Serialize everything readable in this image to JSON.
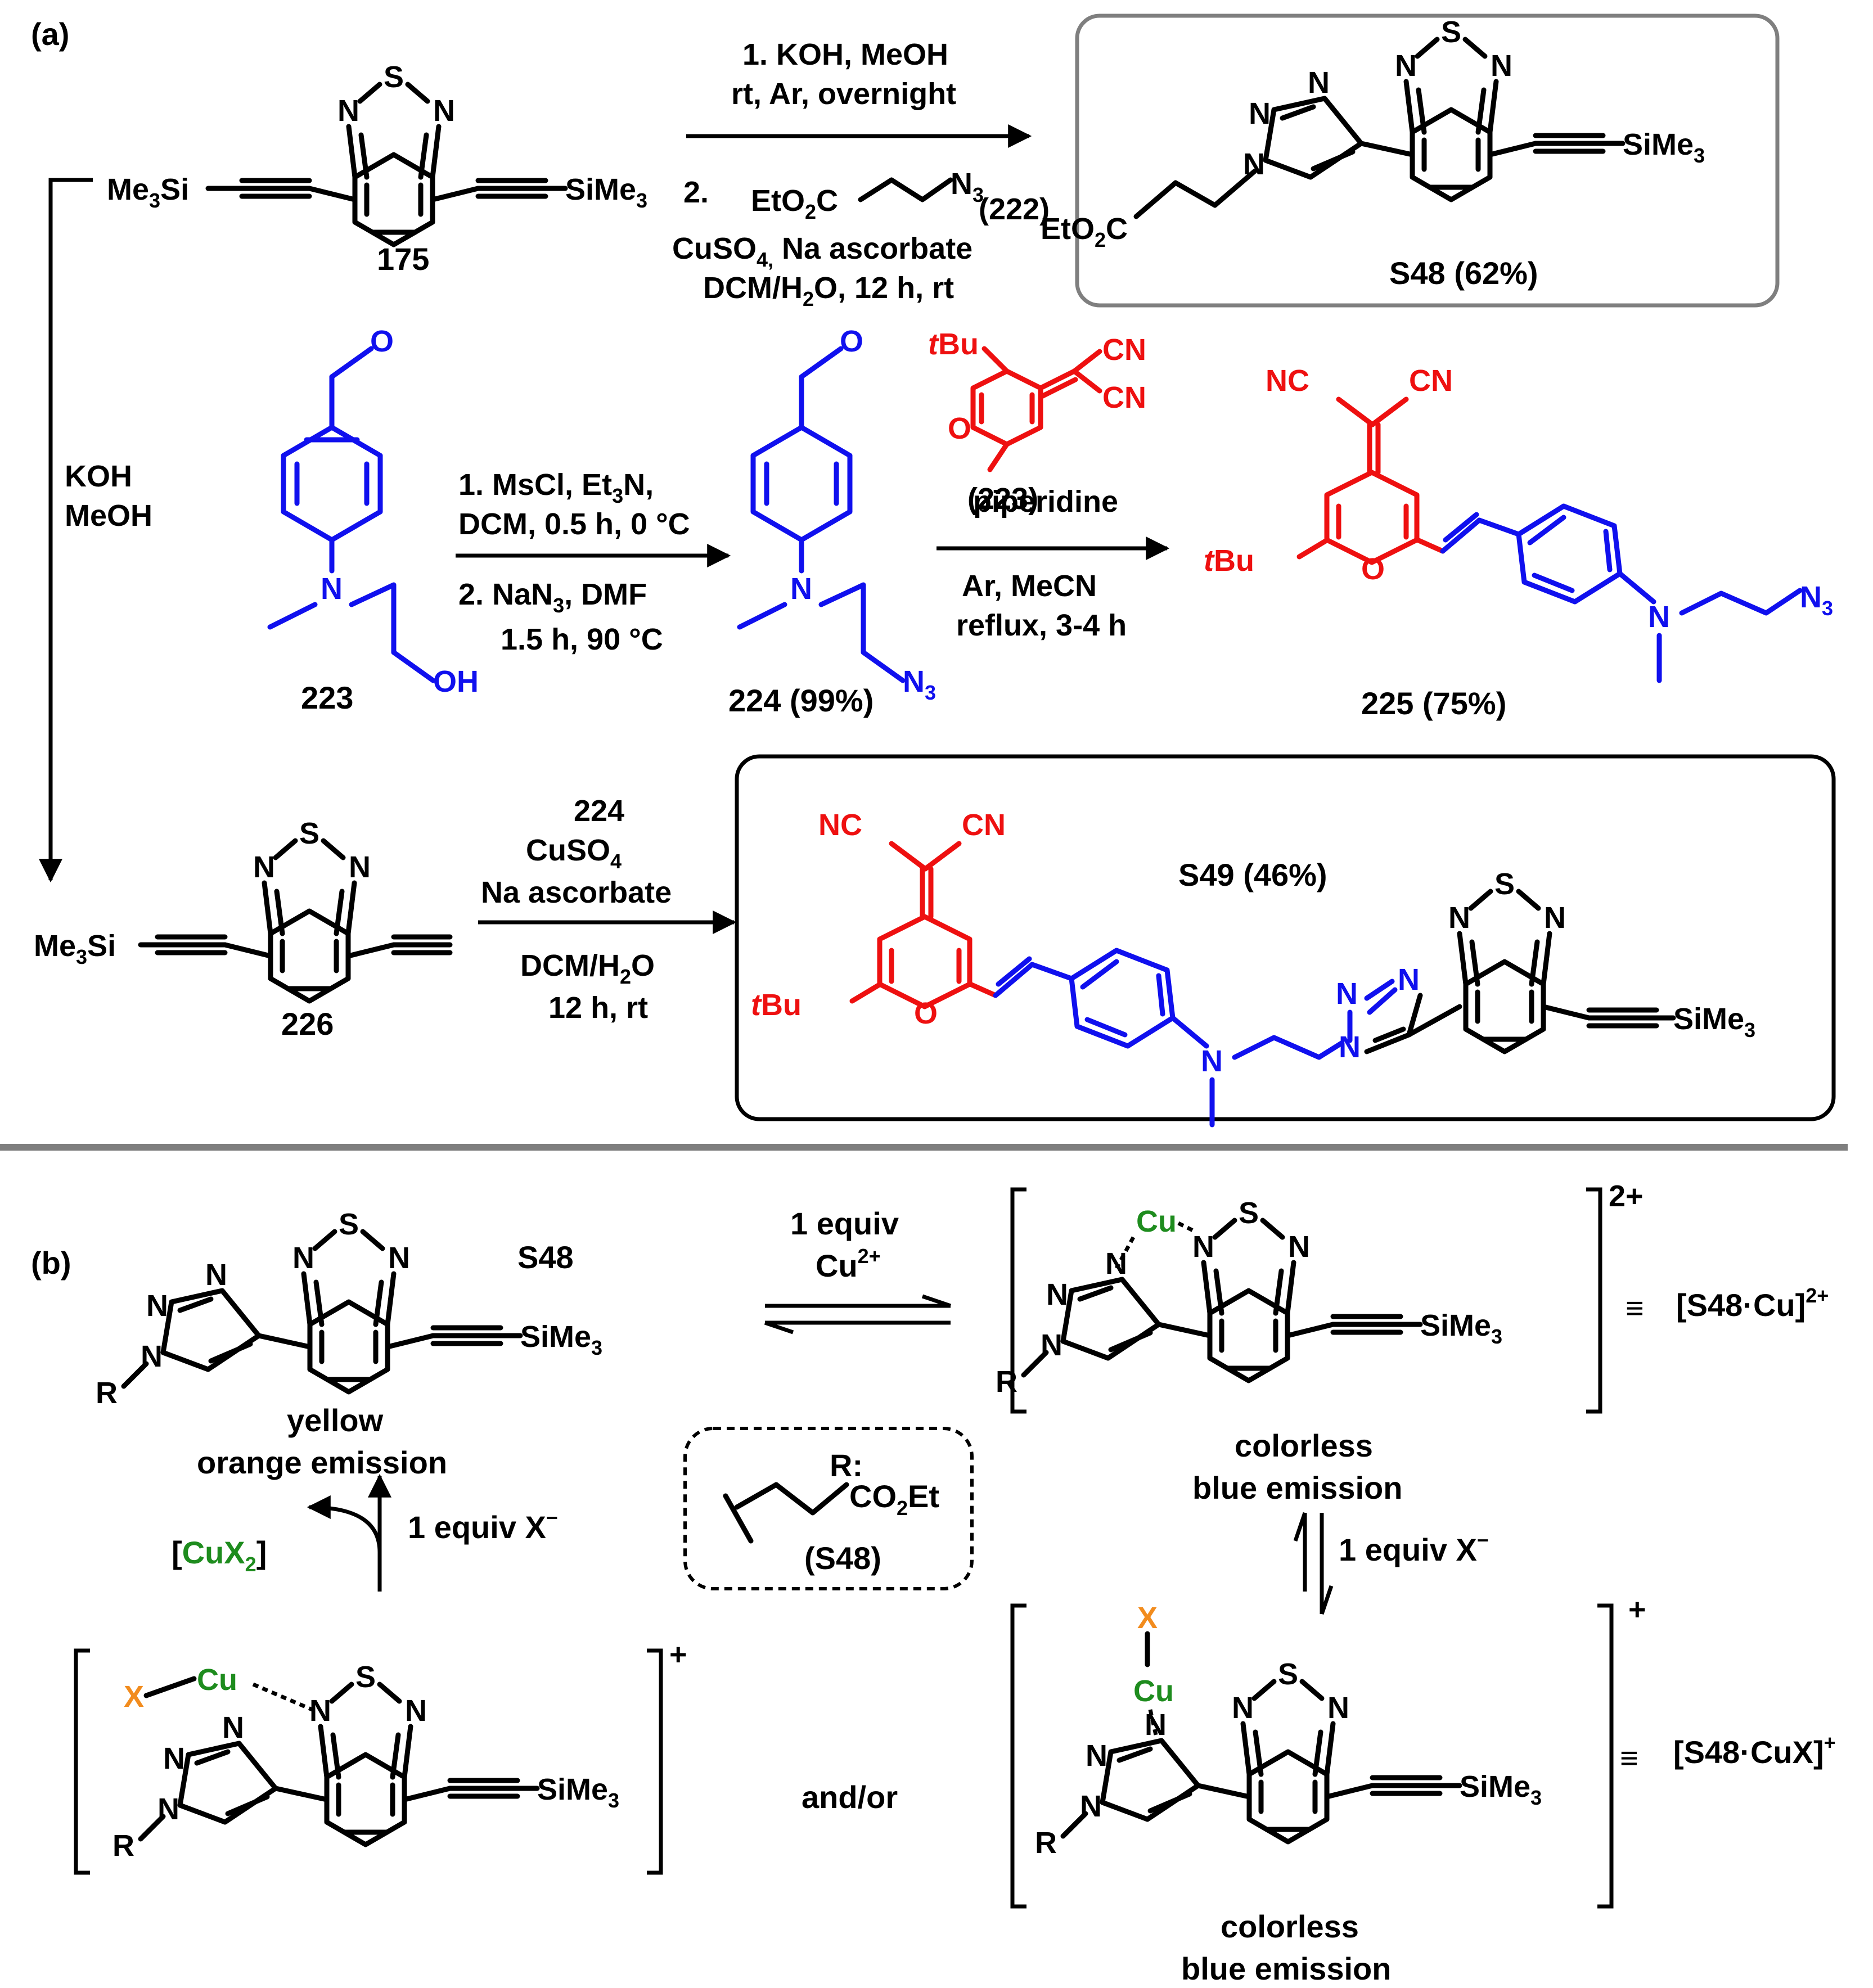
{
  "panels": {
    "a": "(a)",
    "b": "(b)"
  },
  "colors": {
    "black": "#000000",
    "blue": "#1010ee",
    "red": "#ee1010",
    "green": "#1e8c1e",
    "orange": "#f28c1e",
    "cyan": "#22d3ee",
    "box_gray": "#7f7f7f"
  },
  "atoms": {
    "N": "N",
    "S": "S",
    "O": "O",
    "Cu": "Cu",
    "X": "X",
    "R": "R",
    "NC": "NC",
    "CN": "CN",
    "tBu_t": "t",
    "tBu_rest": "Bu",
    "OH": "OH",
    "N3": "N",
    "N3_sub": "3",
    "SiMe3": "SiMe",
    "SiMe3_sub": "3",
    "Me3Si": "Me",
    "Me3Si_sub": "3",
    "Me3Si_tail": "Si",
    "EtO2C": "EtO",
    "EtO2C_sub": "2",
    "EtO2C_tail": "C"
  },
  "compounds": {
    "c175": "175",
    "c222": "(222)",
    "c223": "223",
    "c223b": "(223)",
    "c224": "224 (99%)",
    "c225": "225 (75%)",
    "c226": "226",
    "s48": "S48 (62%)",
    "s49": "S49 (46%)",
    "s48_label": "S48",
    "s48_ref": "(S48)"
  },
  "conditions": {
    "r1_line1": "1. KOH, MeOH",
    "r1_line2": "rt, Ar, overnight",
    "r1_line3": "2.",
    "r1_line4": "CuSO",
    "r1_line4_sub": "4,",
    "r1_line4_tail": " Na ascorbate",
    "r1_line5": "DCM/H",
    "r1_line5_sub": "2",
    "r1_line5_tail": "O, 12 h, rt",
    "r2_line1": "1. MsCl, Et",
    "r2_line1_sub": "3",
    "r2_line1_tail": "N,",
    "r2_line2": "DCM, 0.5 h, 0 °C",
    "r2_line3": "2. NaN",
    "r2_line3_sub": "3",
    "r2_line3_tail": ", DMF",
    "r2_line4": "1.5 h, 90 °C",
    "r3_line1": "piperidine",
    "r3_line2": "Ar, MeCN",
    "r3_line3": "reflux, 3-4 h",
    "r4_line1": "KOH",
    "r4_line2": "MeOH",
    "r5_line1": "224",
    "r5_line2": "CuSO",
    "r5_line2_sub": "4",
    "r5_line3": "Na ascorbate",
    "r5_line4": "DCM/H",
    "r5_line4_sub": "2",
    "r5_line4_tail": "O",
    "r5_line5": "12 h, rt"
  },
  "panel_b": {
    "eq1_line1": "1 equiv",
    "eq1_line2": "Cu",
    "eq1_line2_sup": "2+",
    "x_equiv": "1 equiv X",
    "x_equiv_sup": "−",
    "cux2_open": "[",
    "cux2_cu": "CuX",
    "cux2_sub": "2",
    "cux2_close": "]",
    "yellow": "yellow",
    "orange_emission": "orange emission",
    "colorless": "colorless",
    "blue_emission": "blue emission",
    "and_or": "and/or",
    "r_label": "R:",
    "co2et": "CO",
    "co2et_sub": "2",
    "co2et_tail": "Et",
    "charge_2plus": "2+",
    "charge_plus": "+",
    "complex1": "[S48",
    "complex1_dot": "·",
    "complex1_tail": "Cu]",
    "complex1_sup": "2+",
    "complex2": "[S48",
    "complex2_dot": "·",
    "complex2_tail": "CuX]",
    "complex2_sup": "+",
    "equiv_sign": "≡"
  }
}
